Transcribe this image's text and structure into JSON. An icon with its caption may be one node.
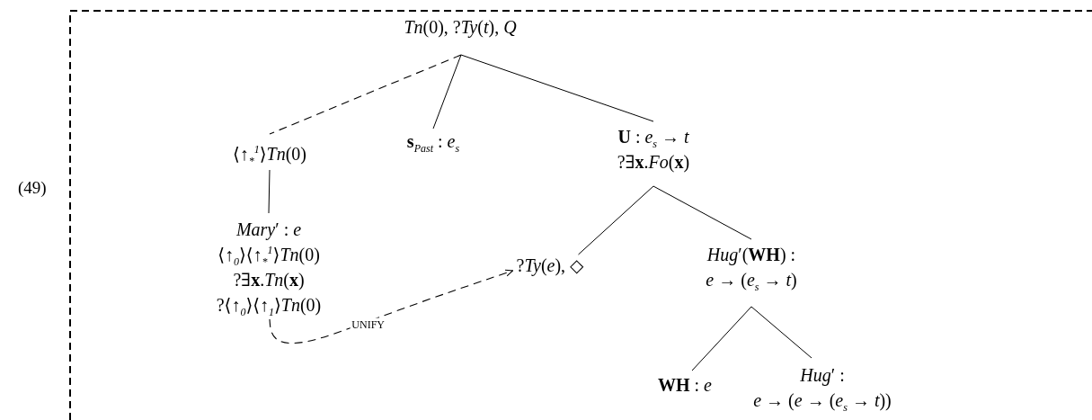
{
  "diagram": {
    "nodes": [
      {
        "text": [
          "*Tn*(0), ?*Ty*(*t*), *Q*"
        ]
      },
      {
        "text": [
          "⟨↑$_{*}$$^{1}$⟩*Tn*(0)"
        ]
      },
      {
        "text": [
          "**s**$_{Past}$ : *e*$_{s}$"
        ]
      },
      {
        "text": [
          "**U** : *e*$_{s}$ → *t*",
          "?∃**x**.*Fo*(**x**)"
        ]
      },
      {
        "text": [
          "*Mary*′ : *e*",
          "⟨↑$_{0}$⟩⟨↑$_{*}$$^{1}$⟩*Tn*(0)",
          "?∃**x**.*Tn*(**x**)",
          "?⟨↑$_{0}$⟩⟨↑$_{1}$⟩*Tn*(0)"
        ]
      },
      {
        "text": [
          "?*Ty*(*e*), ◇"
        ]
      },
      {
        "text": [
          "*Hug*′(**WH**) :",
          "*e* → (*e*$_{s}$ → *t*)"
        ]
      },
      {
        "text": [
          "**WH** : *e*"
        ]
      },
      {
        "text": [
          "*Hug*′ :",
          "*e* → (*e* → (*e*$_{s}$ → *t*))"
        ]
      }
    ],
    "edges": [
      {
        "from": 0,
        "to": 1,
        "arrow": "none",
        "style": "dashed"
      },
      {
        "from": 0,
        "to": 2,
        "arrow": "none"
      },
      {
        "from": 0,
        "to": 3,
        "arrow": "none"
      },
      {
        "from": 1,
        "to": 4,
        "arrow": "none"
      },
      {
        "from": 3,
        "to": 5,
        "arrow": "none"
      },
      {
        "from": 3,
        "to": 6,
        "arrow": "none"
      },
      {
        "from": 6,
        "to": 7,
        "arrow": "none"
      },
      {
        "from": 6,
        "to": 8,
        "arrow": "none"
      },
      {
        "from": 4,
        "to": 5,
        "arrow": "to",
        "style": "dashed",
        "label": "UNIFY"
      }
    ],
    "labels": [
      "(49)"
    ]
  }
}
